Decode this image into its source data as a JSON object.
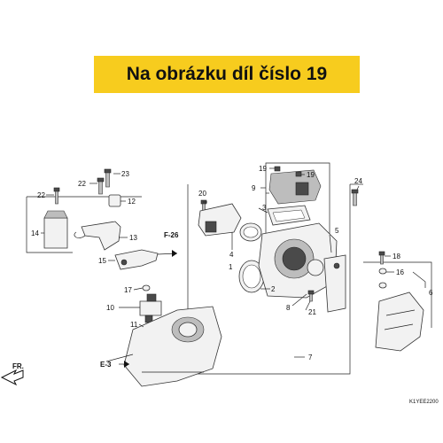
{
  "banner": {
    "text": "Na obrázku díl číslo 19",
    "color": "#f7cc1e"
  },
  "references": {
    "f26": "F-26",
    "e3": "E-3",
    "front": "FR."
  },
  "figure_code": "K1YEE2200",
  "parts": {
    "p1": "1",
    "p2": "2",
    "p3": "3",
    "p4": "4",
    "p5": "5",
    "p6": "6",
    "p7": "7",
    "p8": "8",
    "p9": "9",
    "p10": "10",
    "p11": "11",
    "p12": "12",
    "p13": "13",
    "p14": "14",
    "p15": "15",
    "p16": "16",
    "p17": "17",
    "p18": "18",
    "p19a": "19",
    "p19b": "19",
    "p20": "20",
    "p21": "21",
    "p22a": "22",
    "p22b": "22",
    "p23": "23",
    "p24": "24"
  }
}
